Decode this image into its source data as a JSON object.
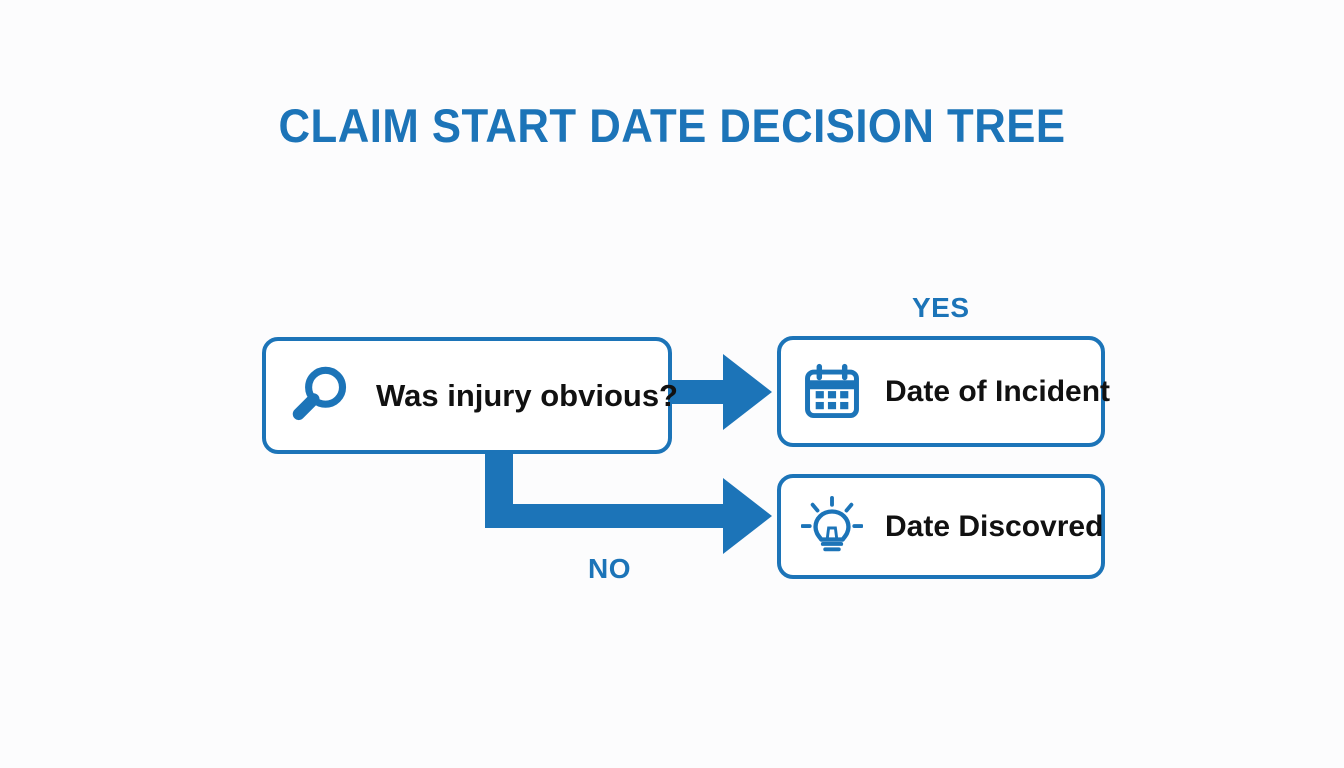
{
  "page": {
    "title": "CLAIM START DATE DECISION TREE",
    "background_color": "#fcfcfd",
    "accent_color": "#1c74b8",
    "text_color": "#111111"
  },
  "diagram": {
    "type": "decision-tree",
    "nodes": [
      {
        "id": "question",
        "role": "decision",
        "label": "Was injury obvious?",
        "icon": "magnifier-icon"
      },
      {
        "id": "incident",
        "role": "outcome",
        "label": "Date of Incident",
        "icon": "calendar-icon"
      },
      {
        "id": "discovered",
        "role": "outcome",
        "label": "Date Discovred",
        "icon": "lightbulb-icon"
      }
    ],
    "edges": [
      {
        "from": "question",
        "to": "incident",
        "label": "YES"
      },
      {
        "from": "question",
        "to": "discovered",
        "label": "NO"
      }
    ]
  }
}
